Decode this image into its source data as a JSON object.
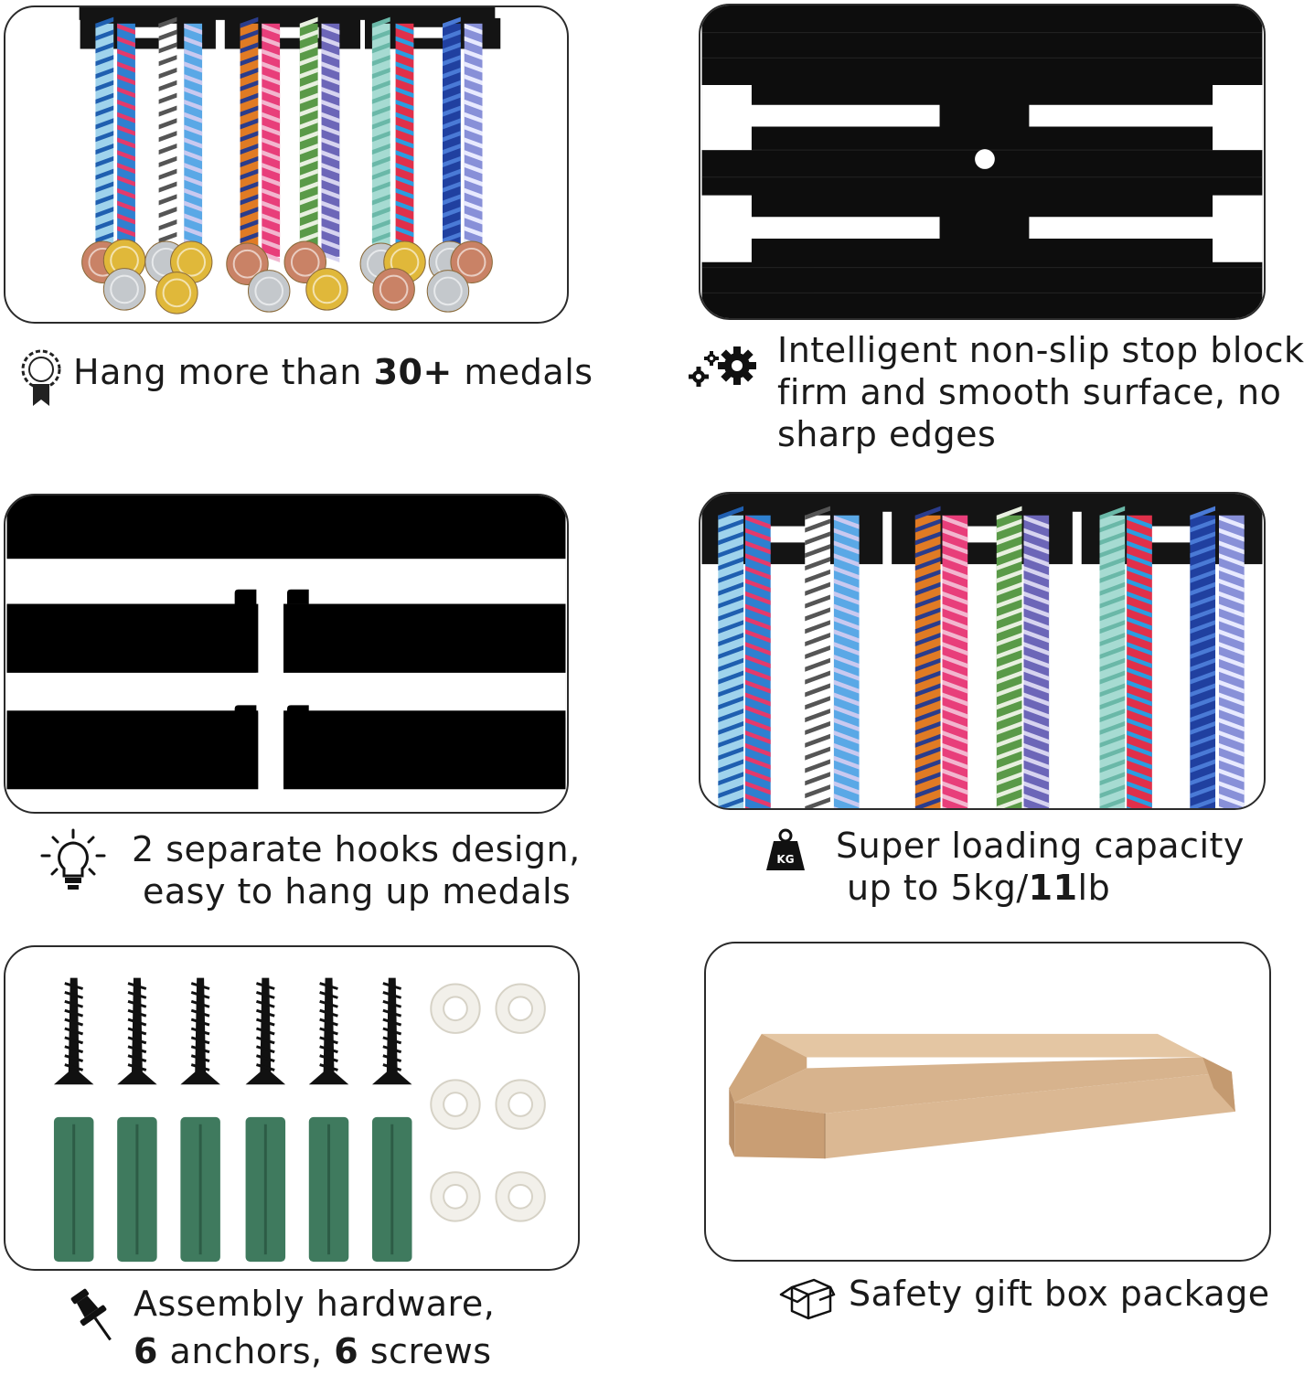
{
  "features": [
    {
      "id": "medals",
      "pre": "Hang more than ",
      "bold": "30+",
      "post": " medals",
      "icon": "award-ribbon-icon"
    },
    {
      "id": "stop-block",
      "lines": [
        "Intelligent non-slip stop block,",
        "firm and smooth surface, no",
        "sharp edges"
      ],
      "icon": "gears-icon"
    },
    {
      "id": "hooks",
      "lines": [
        "2 separate hooks design,",
        "easy to hang up medals"
      ],
      "icon": "lightbulb-icon"
    },
    {
      "id": "capacity",
      "line1": "Super loading capacity",
      "line2_pre": "up to 5kg/",
      "line2_bold": "11",
      "line2_post": "lb",
      "icon": "kg-weight-icon",
      "icon_label": "KG"
    },
    {
      "id": "hardware",
      "line1": "Assembly hardware,",
      "l2_num1": "6",
      "l2_mid": " anchors, ",
      "l2_num2": "6",
      "l2_end": " screws",
      "icon": "pushpin-icon"
    },
    {
      "id": "box",
      "text": "Safety gift box package",
      "icon": "box-icon"
    }
  ],
  "colors": {
    "rack": "#141414",
    "box": "#d9b48e",
    "anchor": "#3f7a5e",
    "spacer": "#f2f0ea",
    "gold": "#e0b83a",
    "silver": "#c4c8cc",
    "bronze": "#c98266"
  }
}
